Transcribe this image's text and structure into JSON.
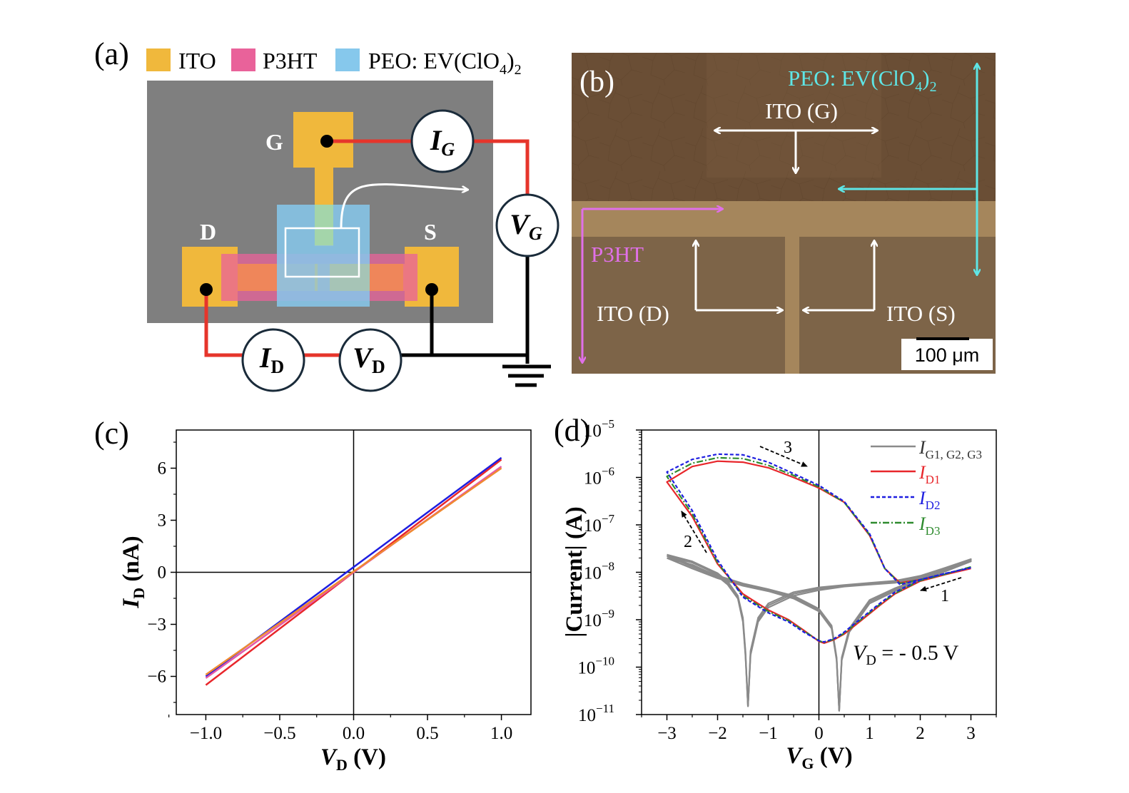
{
  "panel_a": {
    "label": "(a)",
    "legend": [
      {
        "name": "ITO",
        "color": "#f0b83c"
      },
      {
        "name": "P3HT",
        "color": "#e9629a"
      },
      {
        "name_main": "PEO: EV(ClO",
        "name_sub": "4",
        "name_close": ")",
        "name_sub2": "2",
        "color": "#86c8ec"
      }
    ],
    "electrodes": {
      "g": "G",
      "d": "D",
      "s": "S"
    },
    "meters": {
      "ig": {
        "main": "I",
        "sub": "G"
      },
      "vg": {
        "main": "V",
        "sub": "G"
      },
      "id": {
        "main": "I",
        "sub": "D"
      },
      "vd": {
        "main": "V",
        "sub": "D"
      }
    },
    "colors": {
      "substrate": "#7f7f7f",
      "wire_red": "#e6352b",
      "wire_black": "#000000"
    }
  },
  "panel_b": {
    "label": "(b)",
    "peo": {
      "main": "PEO: EV(ClO",
      "sub": "4",
      "close": ")",
      "sub2": "2"
    },
    "ito_g": "ITO (G)",
    "ito_d": "ITO (D)",
    "ito_s": "ITO (S)",
    "p3ht": "P3HT",
    "scalebar": "100 μm",
    "colors": {
      "cyan": "#5ee6e6",
      "magenta": "#e070e8",
      "white": "#ffffff"
    }
  },
  "chart_data": [
    {
      "panel_label": "(c)",
      "type": "line",
      "xlabel_main": "V",
      "xlabel_sub": "D",
      "xlabel_unit": " (V)",
      "ylabel_main": "I",
      "ylabel_sub": "D",
      "ylabel_unit": " (nA)",
      "xlim": [
        -1.2,
        1.2
      ],
      "ylim": [
        -8.2,
        8.2
      ],
      "xticks": [
        -1.0,
        -0.5,
        0.0,
        0.5,
        1.0
      ],
      "xtick_labels": [
        "−1.0",
        "−0.5",
        "0.0",
        "0.5",
        "1.0"
      ],
      "yticks": [
        -6,
        -3,
        0,
        3,
        6
      ],
      "ytick_labels": [
        "−6",
        "−3",
        "0",
        "3",
        "6"
      ],
      "series": [
        {
          "color": "#e8262b",
          "x": [
            -1.0,
            1.0
          ],
          "y": [
            -6.5,
            6.5
          ]
        },
        {
          "color": "#1e1ee0",
          "x": [
            -1.0,
            1.0
          ],
          "y": [
            -6.0,
            6.6
          ]
        },
        {
          "color": "#e45aa8",
          "x": [
            -1.0,
            1.0
          ],
          "y": [
            -6.1,
            6.1
          ]
        },
        {
          "color": "#f08a30",
          "x": [
            -1.0,
            1.0
          ],
          "y": [
            -5.9,
            6.0
          ]
        }
      ]
    },
    {
      "panel_label": "(d)",
      "type": "line",
      "log_y": true,
      "xlabel_main": "V",
      "xlabel_sub": "G",
      "xlabel_unit": " (V)",
      "ylabel": "|Current| (A)",
      "xlim": [
        -3.5,
        3.5
      ],
      "ylim_exp": [
        -11,
        -5
      ],
      "xticks": [
        -3,
        -2,
        -1,
        0,
        1,
        2,
        3
      ],
      "xtick_labels": [
        "−3",
        "−2",
        "−1",
        "0",
        "1",
        "2",
        "3"
      ],
      "yticks_exp": [
        -11,
        -10,
        -9,
        -8,
        -7,
        -6,
        -5
      ],
      "ytick_labels": [
        "10",
        "10",
        "10",
        "10",
        "10",
        "10",
        "10"
      ],
      "ytick_exps": [
        "−11",
        "−10",
        "−9",
        "−8",
        "−7",
        "−6",
        "−5"
      ],
      "legend": [
        {
          "main": "I",
          "sub": "G1, G2, G3",
          "color": "#8a8a8a",
          "dash": ""
        },
        {
          "main": "I",
          "sub": "D1",
          "color": "#e8262b",
          "dash": ""
        },
        {
          "main": "I",
          "sub": "D2",
          "color": "#1e1ee0",
          "dash": "5,3"
        },
        {
          "main": "I",
          "sub": "D3",
          "color": "#2e8b2e",
          "dash": "9,3,2,3"
        }
      ],
      "annotation": {
        "main": "V",
        "sub": "D",
        "rest": " = - 0.5 V"
      },
      "sweep_labels": [
        "1",
        "2",
        "3"
      ],
      "series": [
        {
          "name": "ID1",
          "color": "#e8262b",
          "x": [
            3.0,
            2.5,
            2.0,
            1.5,
            1.2,
            0.8,
            0.5,
            0.3,
            0.1,
            0.0,
            -0.3,
            -0.6,
            -1.0,
            -1.5,
            -2.0,
            -2.5,
            -3.0,
            -2.5,
            -2.0,
            -1.5,
            -1.0,
            -0.5,
            0.0,
            0.5,
            1.0,
            1.3,
            1.6,
            2.0,
            2.5,
            3.0
          ],
          "y": [
            1.2e-08,
            9e-09,
            6.5e-09,
            3.5e-09,
            2e-09,
            9e-10,
            5e-10,
            3.8e-10,
            3.2e-10,
            3.5e-10,
            6e-10,
            1e-09,
            1.6e-09,
            3.5e-09,
            1.5e-08,
            1.5e-07,
            8e-07,
            1.7e-06,
            2.2e-06,
            2.1e-06,
            1.6e-06,
            1e-06,
            6e-07,
            3e-07,
            6e-08,
            1.2e-08,
            6e-09,
            7e-09,
            9e-09,
            1.2e-08
          ]
        },
        {
          "name": "ID2",
          "color": "#1e1ee0",
          "x": [
            3.0,
            2.5,
            2.0,
            1.5,
            1.2,
            0.8,
            0.5,
            0.3,
            0.1,
            0.0,
            -0.3,
            -0.6,
            -1.0,
            -1.5,
            -2.0,
            -2.5,
            -3.0,
            -2.5,
            -2.0,
            -1.5,
            -1.0,
            -0.5,
            0.0,
            0.5,
            1.0,
            1.3,
            1.6,
            2.0,
            2.5,
            3.0
          ],
          "y": [
            1.25e-08,
            9.5e-09,
            7e-09,
            3.8e-09,
            2.2e-09,
            1e-09,
            5.5e-10,
            4e-10,
            3.4e-10,
            3.6e-10,
            5.5e-10,
            9e-10,
            1.4e-09,
            3e-09,
            1.8e-08,
            2e-07,
            1.3e-06,
            2.4e-06,
            3.1e-06,
            3e-06,
            2.1e-06,
            1.2e-06,
            6.8e-07,
            3.1e-07,
            6.5e-08,
            1.2e-08,
            5.5e-09,
            7e-09,
            9.5e-09,
            1.25e-08
          ]
        },
        {
          "name": "ID3",
          "color": "#2e8b2e",
          "x": [
            3.0,
            2.5,
            2.0,
            1.5,
            1.2,
            0.8,
            0.5,
            0.3,
            0.1,
            0.0,
            -0.3,
            -0.6,
            -1.0,
            -1.5,
            -2.0,
            -2.5,
            -3.0,
            -2.5,
            -2.0,
            -1.5,
            -1.0,
            -0.5,
            0.0,
            0.5,
            1.0,
            1.3,
            1.6,
            2.0,
            2.5,
            3.0
          ],
          "y": [
            1.3e-08,
            9.2e-09,
            6.7e-09,
            3.6e-09,
            2.1e-09,
            9.5e-10,
            5.2e-10,
            3.9e-10,
            3.3e-10,
            3.6e-10,
            5.8e-10,
            9.5e-10,
            1.5e-09,
            3.2e-09,
            1.6e-08,
            1.7e-07,
            1.05e-06,
            2e-06,
            2.6e-06,
            2.5e-06,
            1.8e-06,
            1.1e-06,
            6.3e-07,
            3e-07,
            6.2e-08,
            1.2e-08,
            5.8e-09,
            7e-09,
            9.2e-09,
            1.3e-08
          ]
        },
        {
          "name": "IG1",
          "color": "#8a8a8a",
          "x": [
            -3.0,
            -2.5,
            -2.0,
            -1.8,
            -1.6,
            -1.5,
            -1.45,
            -1.4,
            -1.35,
            -1.2,
            -1.0,
            -0.5,
            0.0,
            0.5,
            1.0,
            1.5,
            2.0,
            2.5,
            3.0,
            2.5,
            2.0,
            1.5,
            1.0,
            0.6,
            0.45,
            0.4,
            0.35,
            0.25,
            0.0,
            -0.5,
            -1.0,
            -1.5,
            -2.0,
            -2.5,
            -3.0
          ],
          "y": [
            2.2e-08,
            1.6e-08,
            9e-09,
            6e-09,
            3e-09,
            1e-09,
            2e-10,
            1.5e-11,
            2e-10,
            1e-09,
            2e-09,
            3.5e-09,
            4.5e-09,
            5.2e-09,
            5.8e-09,
            6.3e-09,
            8e-09,
            1.2e-08,
            1.8e-08,
            1.1e-08,
            7e-09,
            4.3e-09,
            2.4e-09,
            6e-10,
            1.5e-10,
            1.2e-11,
            1.5e-10,
            7e-10,
            1.6e-09,
            3e-09,
            4.2e-09,
            5.5e-09,
            8e-09,
            1.3e-08,
            2.2e-08
          ]
        },
        {
          "name": "IG2",
          "color": "#8a8a8a",
          "x": [
            -3.0,
            -2.5,
            -2.0,
            -1.8,
            -1.6,
            -1.5,
            -1.45,
            -1.4,
            -1.35,
            -1.2,
            -1.0,
            -0.5,
            0.0,
            0.5,
            1.0,
            1.5,
            2.0,
            2.5,
            3.0,
            2.5,
            2.0,
            1.5,
            1.0,
            0.6,
            0.45,
            0.4,
            0.35,
            0.25,
            0.0,
            -0.5,
            -1.0,
            -1.5,
            -2.0,
            -2.5,
            -3.0
          ],
          "y": [
            2e-08,
            1.45e-08,
            8.2e-09,
            5.5e-09,
            2.8e-09,
            9e-10,
            1.8e-10,
            1.5e-11,
            1.8e-10,
            9e-10,
            1.8e-09,
            3.2e-09,
            4.2e-09,
            5e-09,
            5.5e-09,
            6e-09,
            7.6e-09,
            1.1e-08,
            1.7e-08,
            1.05e-08,
            6.6e-09,
            4e-09,
            2.2e-09,
            5.5e-10,
            1.4e-10,
            1.2e-11,
            1.4e-10,
            6.5e-10,
            1.5e-09,
            2.8e-09,
            4e-09,
            5.2e-09,
            7.5e-09,
            1.2e-08,
            2e-08
          ]
        },
        {
          "name": "IG3",
          "color": "#8a8a8a",
          "x": [
            -3.0,
            -2.5,
            -2.0,
            -1.8,
            -1.6,
            -1.5,
            -1.45,
            -1.4,
            -1.35,
            -1.2,
            -1.0,
            -0.5,
            0.0,
            0.5,
            1.0,
            1.5,
            2.0,
            2.5,
            3.0,
            2.5,
            2.0,
            1.5,
            1.0,
            0.6,
            0.45,
            0.4,
            0.35,
            0.25,
            0.0,
            -0.5,
            -1.0,
            -1.5,
            -2.0,
            -2.5,
            -3.0
          ],
          "y": [
            2.35e-08,
            1.7e-08,
            9.6e-09,
            6.4e-09,
            3.2e-09,
            1.1e-09,
            2.2e-10,
            1.5e-11,
            2.2e-10,
            1.1e-09,
            2.2e-09,
            3.8e-09,
            4.8e-09,
            5.4e-09,
            6e-09,
            6.6e-09,
            8.4e-09,
            1.25e-08,
            1.9e-08,
            1.15e-08,
            7.4e-09,
            4.6e-09,
            2.6e-09,
            6.5e-10,
            1.6e-10,
            1.2e-11,
            1.6e-10,
            7.5e-10,
            1.7e-09,
            3.2e-09,
            4.4e-09,
            5.8e-09,
            8.5e-09,
            1.4e-08,
            2.35e-08
          ]
        }
      ]
    }
  ]
}
